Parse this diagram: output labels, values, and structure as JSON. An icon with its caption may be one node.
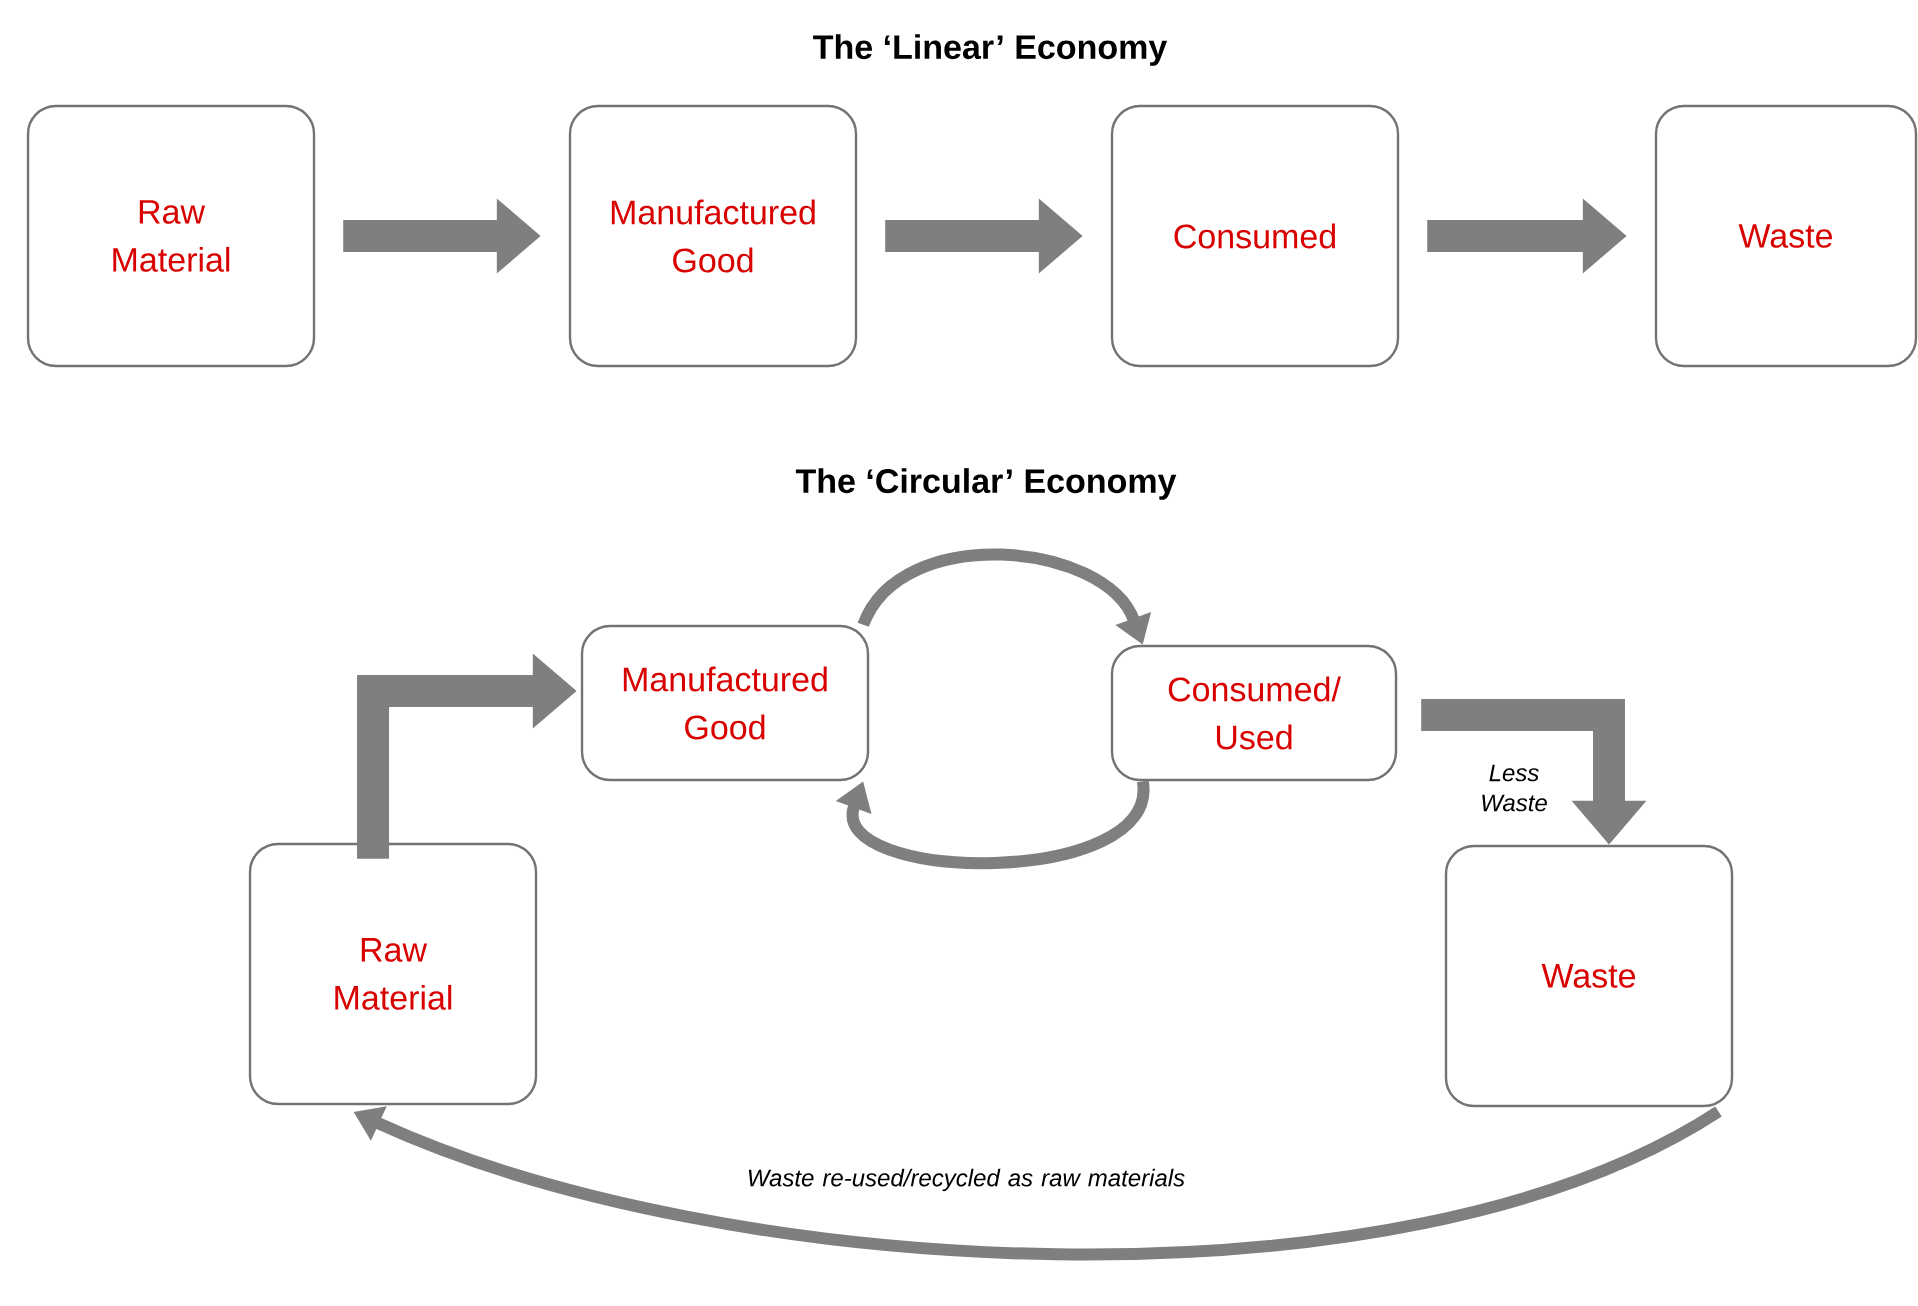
{
  "diagram": {
    "title": "The ‘Linear’ Economy",
    "nodes": [
      {
        "text": [
          "Raw Material"
        ]
      },
      {
        "text": [
          "Manufactured Good"
        ]
      },
      {
        "text": [
          "Consumed"
        ]
      },
      {
        "text": [
          "Waste"
        ]
      },
      {
        "text": [
          "Manufactured Good"
        ]
      },
      {
        "text": [
          "Consumed/ Used"
        ]
      },
      {
        "text": [
          "Raw Material"
        ]
      },
      {
        "text": [
          "Waste"
        ]
      }
    ],
    "edges": [
      {
        "from": 0,
        "to": 1,
        "arrow": "to"
      },
      {
        "from": 1,
        "to": 2,
        "arrow": "to"
      },
      {
        "from": 2,
        "to": 3,
        "arrow": "to"
      },
      {
        "from": 6,
        "to": 4,
        "arrow": "to"
      },
      {
        "from": 4,
        "to": 5,
        "arrow": "to"
      },
      {
        "from": 5,
        "to": 4,
        "arrow": "to"
      },
      {
        "from": 5,
        "to": 7,
        "arrow": "to",
        "label": "Less Waste"
      },
      {
        "from": 7,
        "to": 6,
        "arrow": "to",
        "label": "Waste re-used/recycled as raw materials"
      }
    ],
    "labels": [
      "The ‘Circular’ Economy"
    ]
  }
}
